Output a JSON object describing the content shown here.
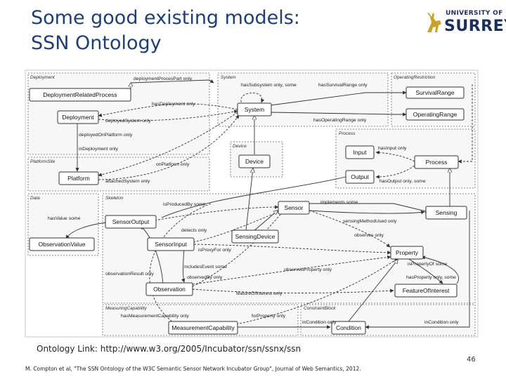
{
  "slide": {
    "title_line1": "Some good existing models:",
    "title_line2": "SSN Ontology",
    "logo_top": "UNIVERSITY OF",
    "logo_main": "SURREY",
    "ontology_link": "Ontology Link: http://www.w3.org/2005/Incubator/ssn/ssnx/ssn",
    "citation": "M. Compton et al, \"The SSN Ontology of the W3C Semantic Sensor Network Incubator Group\", Journal of Web Semantics, 2012.",
    "page_number": "46"
  },
  "diagram": {
    "modules": {
      "deployment": "Deployment",
      "system": "System",
      "operating_restriction": "OperatingRestriction",
      "process": "Process",
      "device": "Device",
      "platform_site": "PlatformSite",
      "data": "Data",
      "skeleton": "Skeleton",
      "measuring_capability": "MeasuringCapability",
      "constraint_block": "ConstraintBlock"
    },
    "classes": {
      "deployment_related_process": "DeploymentRelatedProcess",
      "deployment": "Deployment",
      "system": "System",
      "survival_range": "SurvivalRange",
      "operating_range": "OperatingRange",
      "device": "Device",
      "input": "Input",
      "output": "Output",
      "process": "Process",
      "platform": "Platform",
      "sensor": "Sensor",
      "sensing": "Sensing",
      "sensor_output": "SensorOutput",
      "observation_value": "ObservationValue",
      "sensing_device": "SensingDevice",
      "sensor_input": "SensorInput",
      "property": "Property",
      "observation": "Observation",
      "feature_of_interest": "FeatureOfInterest",
      "measurement_capability": "MeasurementCapability",
      "condition": "Condition"
    },
    "relations": {
      "deployment_process_part_only": "deploymentProcesPart only",
      "has_subsystem_only_some": "hasSubsystem only, some",
      "has_survival_range_only": "hasSurvivalRange only",
      "has_deployment_only": "hasDeployment only",
      "deployed_system_only": "deployedSystem only",
      "deployed_on_platform_only": "deployedOnPlatform only",
      "has_operating_range_only": "hasOperatingRange only",
      "has_input_only": "hasInput only",
      "in_deployment_only": "inDeployment only",
      "on_platform_only": "onPlatform only",
      "attached_system_only": "attachedSystem only",
      "has_output_only_some": "hasOutput only, some",
      "is_produced_by_some": "isProducedBy some",
      "implements_some": "implements some",
      "has_value_some": "hasValue some",
      "detects_only": "detects only",
      "sensing_method_used_only": "sensingMethodUsed only",
      "observes_only": "observes only",
      "is_proxy_for_only": "isProxyFor only",
      "includes_event_some": "includesEvent some",
      "is_property_of_some": "isPropertyOf some",
      "observation_result_only": "observationResult only",
      "observed_property_only": "observedProperty only",
      "observed_by_only": "observedBy only",
      "has_property_only_some": "hasProperty only, some",
      "feature_of_interest_only": "featureOfInterest only",
      "has_measurement_capability_only": "hasMeasurementCapability only",
      "for_property_only": "forProperty only",
      "in_condition_only_1": "inCondition only",
      "in_condition_only_2": "inCondition only"
    }
  }
}
